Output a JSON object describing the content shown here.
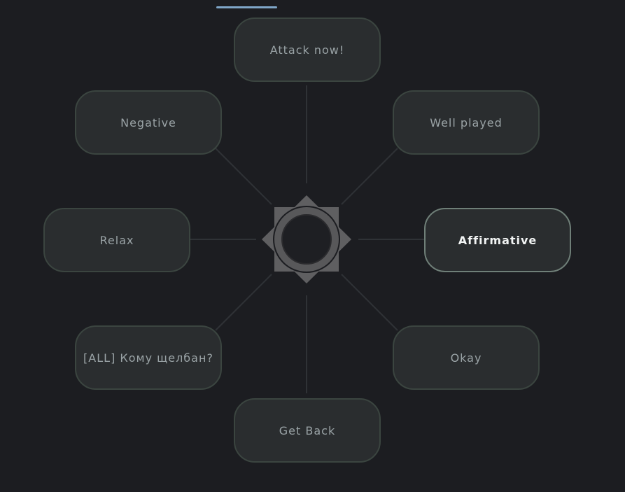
{
  "chat_wheel": {
    "selected_index": 4,
    "accent_color": "#7fa6c8",
    "options": [
      {
        "label": "Attack now!"
      },
      {
        "label": "Well played"
      },
      {
        "label": "Negative"
      },
      {
        "label": "Relax"
      },
      {
        "label": "Affirmative"
      },
      {
        "label": "[ALL] Кому щелбан?"
      },
      {
        "label": "Okay"
      },
      {
        "label": "Get Back"
      }
    ]
  }
}
